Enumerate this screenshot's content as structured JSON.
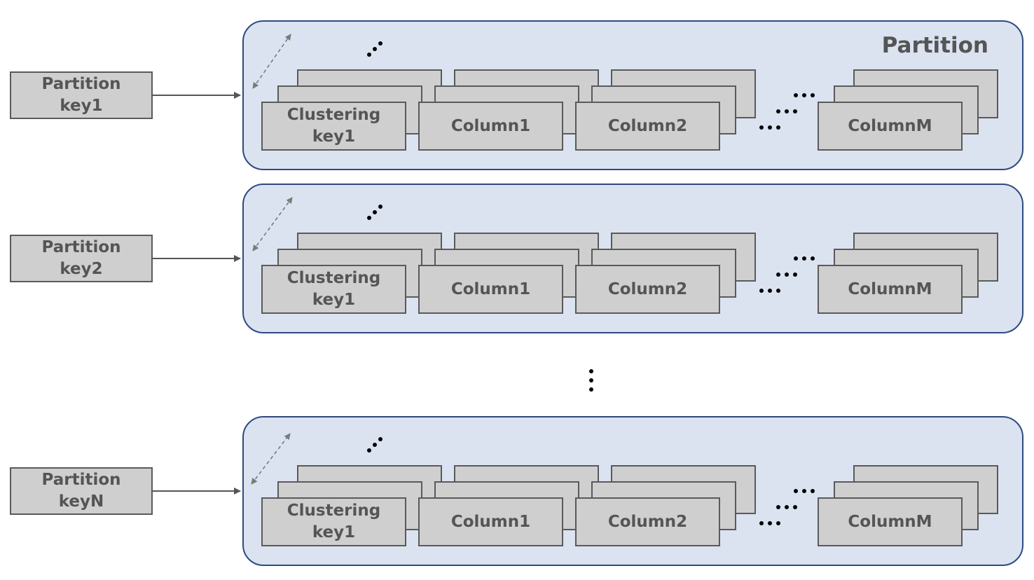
{
  "partition_title": "Partition",
  "partition_keys": [
    {
      "line1": "Partition",
      "line2": "key1"
    },
    {
      "line1": "Partition",
      "line2": "key2"
    },
    {
      "line1": "Partition",
      "line2": "keyN"
    }
  ],
  "row": {
    "clustering_line1": "Clustering",
    "clustering_line2": "key1",
    "column1": "Column1",
    "column2": "Column2",
    "columnM": "ColumnM"
  },
  "colors": {
    "partition_fill": "#dbe3f1",
    "partition_border": "#2f4a80",
    "box_fill": "#d0cfcf",
    "box_border": "#5a5a5a",
    "text": "#555555"
  }
}
